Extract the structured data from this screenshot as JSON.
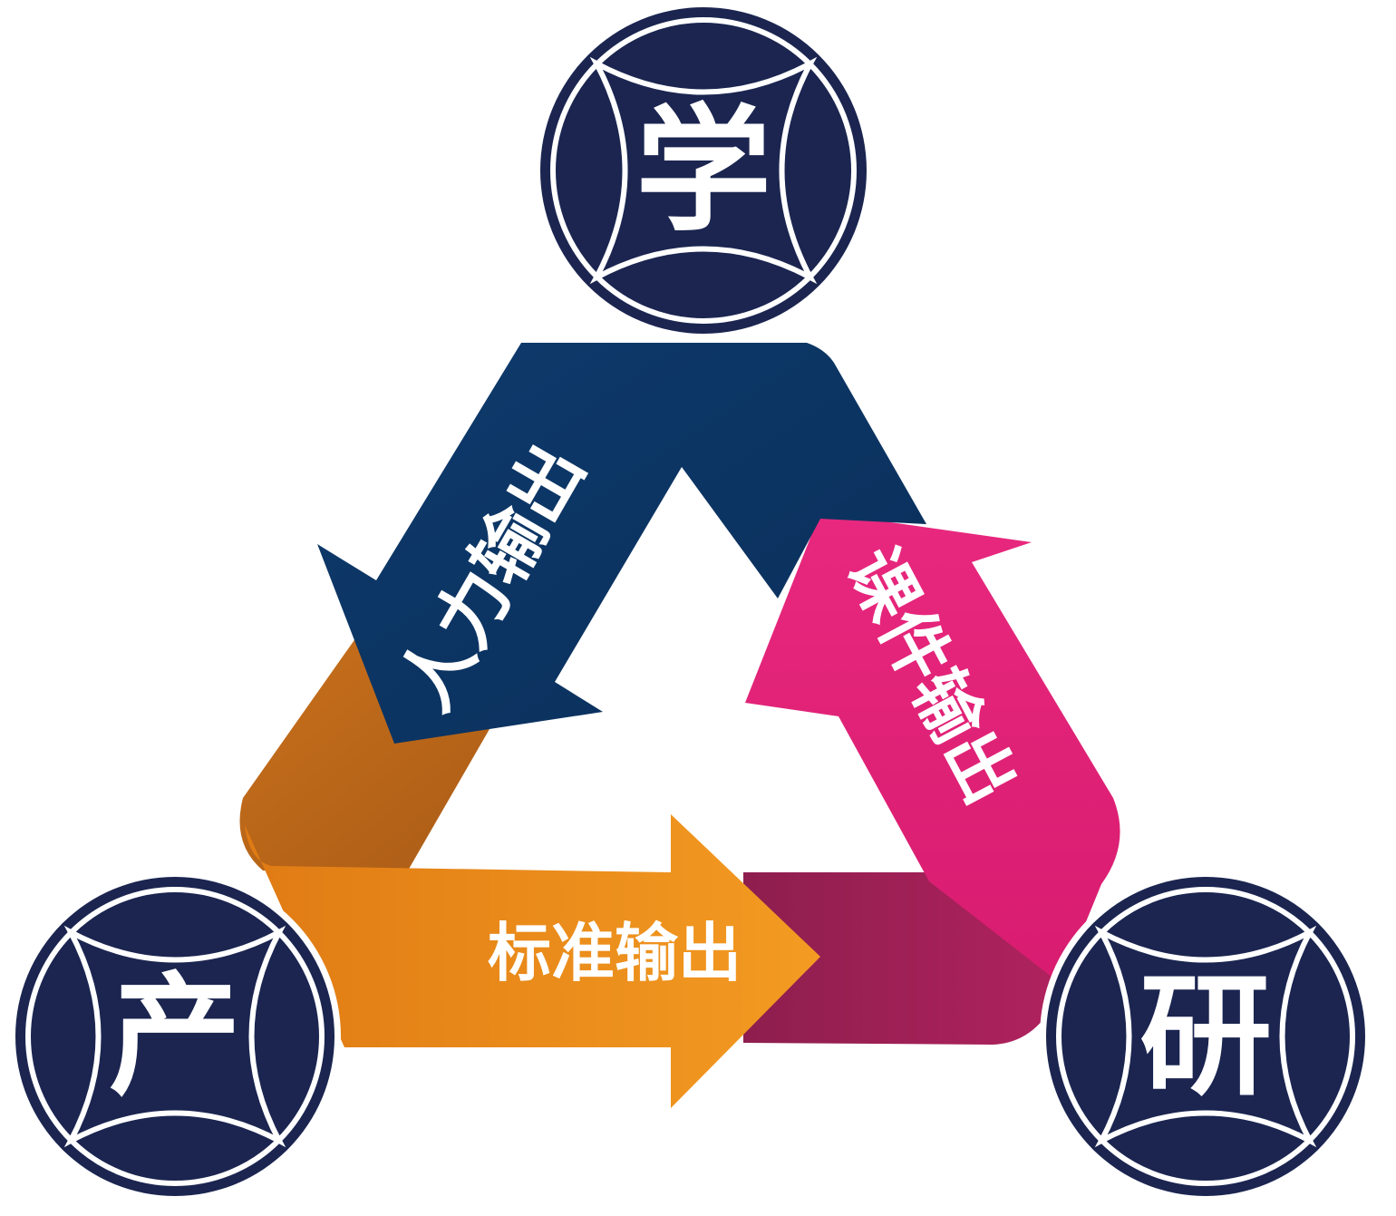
{
  "nodes": {
    "top": {
      "char": "学"
    },
    "left": {
      "char": "产"
    },
    "right": {
      "char": "研"
    }
  },
  "flows": {
    "blue": {
      "label": "人力输出",
      "color": "#0f3d6e"
    },
    "pink": {
      "label": "课件输出",
      "color": "#e01f7a"
    },
    "orange": {
      "label": "标准输出",
      "color": "#f08a1a"
    }
  },
  "colors": {
    "node_fill": "#1b2550",
    "node_ring": "#ffffff",
    "node_outline": "#1b2550"
  }
}
